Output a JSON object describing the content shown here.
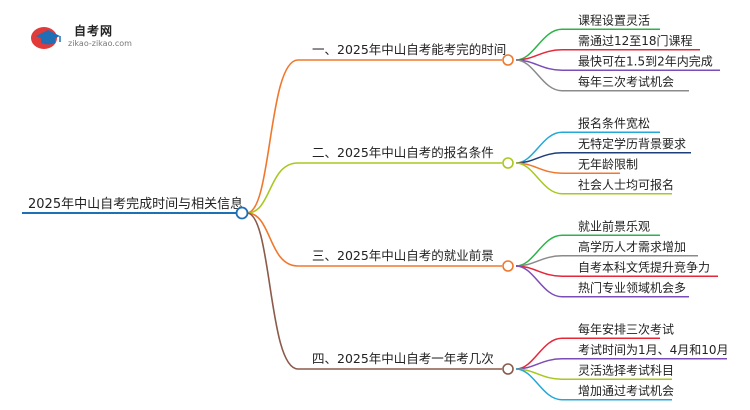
{
  "logo": {
    "title": "自考网",
    "url": "zikao-zikao.com"
  },
  "mindmap": {
    "root": "2025年中山自考完成时间与相关信息",
    "branches": [
      {
        "label": "一、2025年中山自考能考完的时间",
        "color": "#F0782D",
        "leaves": [
          {
            "label": "课程设置灵活",
            "color": "#2DB34A"
          },
          {
            "label": "需通过12至18门课程",
            "color": "#E5273A"
          },
          {
            "label": "最快可在1.5到2年内完成",
            "color": "#7A4DB8"
          },
          {
            "label": "每年三次考试机会",
            "color": "#8A8A8A"
          }
        ]
      },
      {
        "label": "二、2025年中山自考的报名条件",
        "color": "#A8C81E",
        "leaves": [
          {
            "label": "报名条件宽松",
            "color": "#23A8D8"
          },
          {
            "label": "无特定学历背景要求",
            "color": "#1E3E7A"
          },
          {
            "label": "无年龄限制",
            "color": "#F0782D"
          },
          {
            "label": "社会人士均可报名",
            "color": "#A8C81E"
          }
        ]
      },
      {
        "label": "三、2025年中山自考的就业前景",
        "color": "#F0782D",
        "leaves": [
          {
            "label": "就业前景乐观",
            "color": "#2DB34A"
          },
          {
            "label": "高学历人才需求增加",
            "color": "#8A8A8A"
          },
          {
            "label": "自考本科文凭提升竞争力",
            "color": "#E5273A"
          },
          {
            "label": "热门专业领域机会多",
            "color": "#7A4DB8"
          }
        ]
      },
      {
        "label": "四、2025年中山自考一年考几次",
        "color": "#8B5A4A",
        "leaves": [
          {
            "label": "每年安排三次考试",
            "color": "#E5273A"
          },
          {
            "label": "考试时间为1月、4月和10月",
            "color": "#7A4DB8"
          },
          {
            "label": "灵活选择考试科目",
            "color": "#A8C81E"
          },
          {
            "label": "增加通过考试机会",
            "color": "#23A8D8"
          }
        ]
      }
    ],
    "root_color": "#1E6FB5"
  }
}
